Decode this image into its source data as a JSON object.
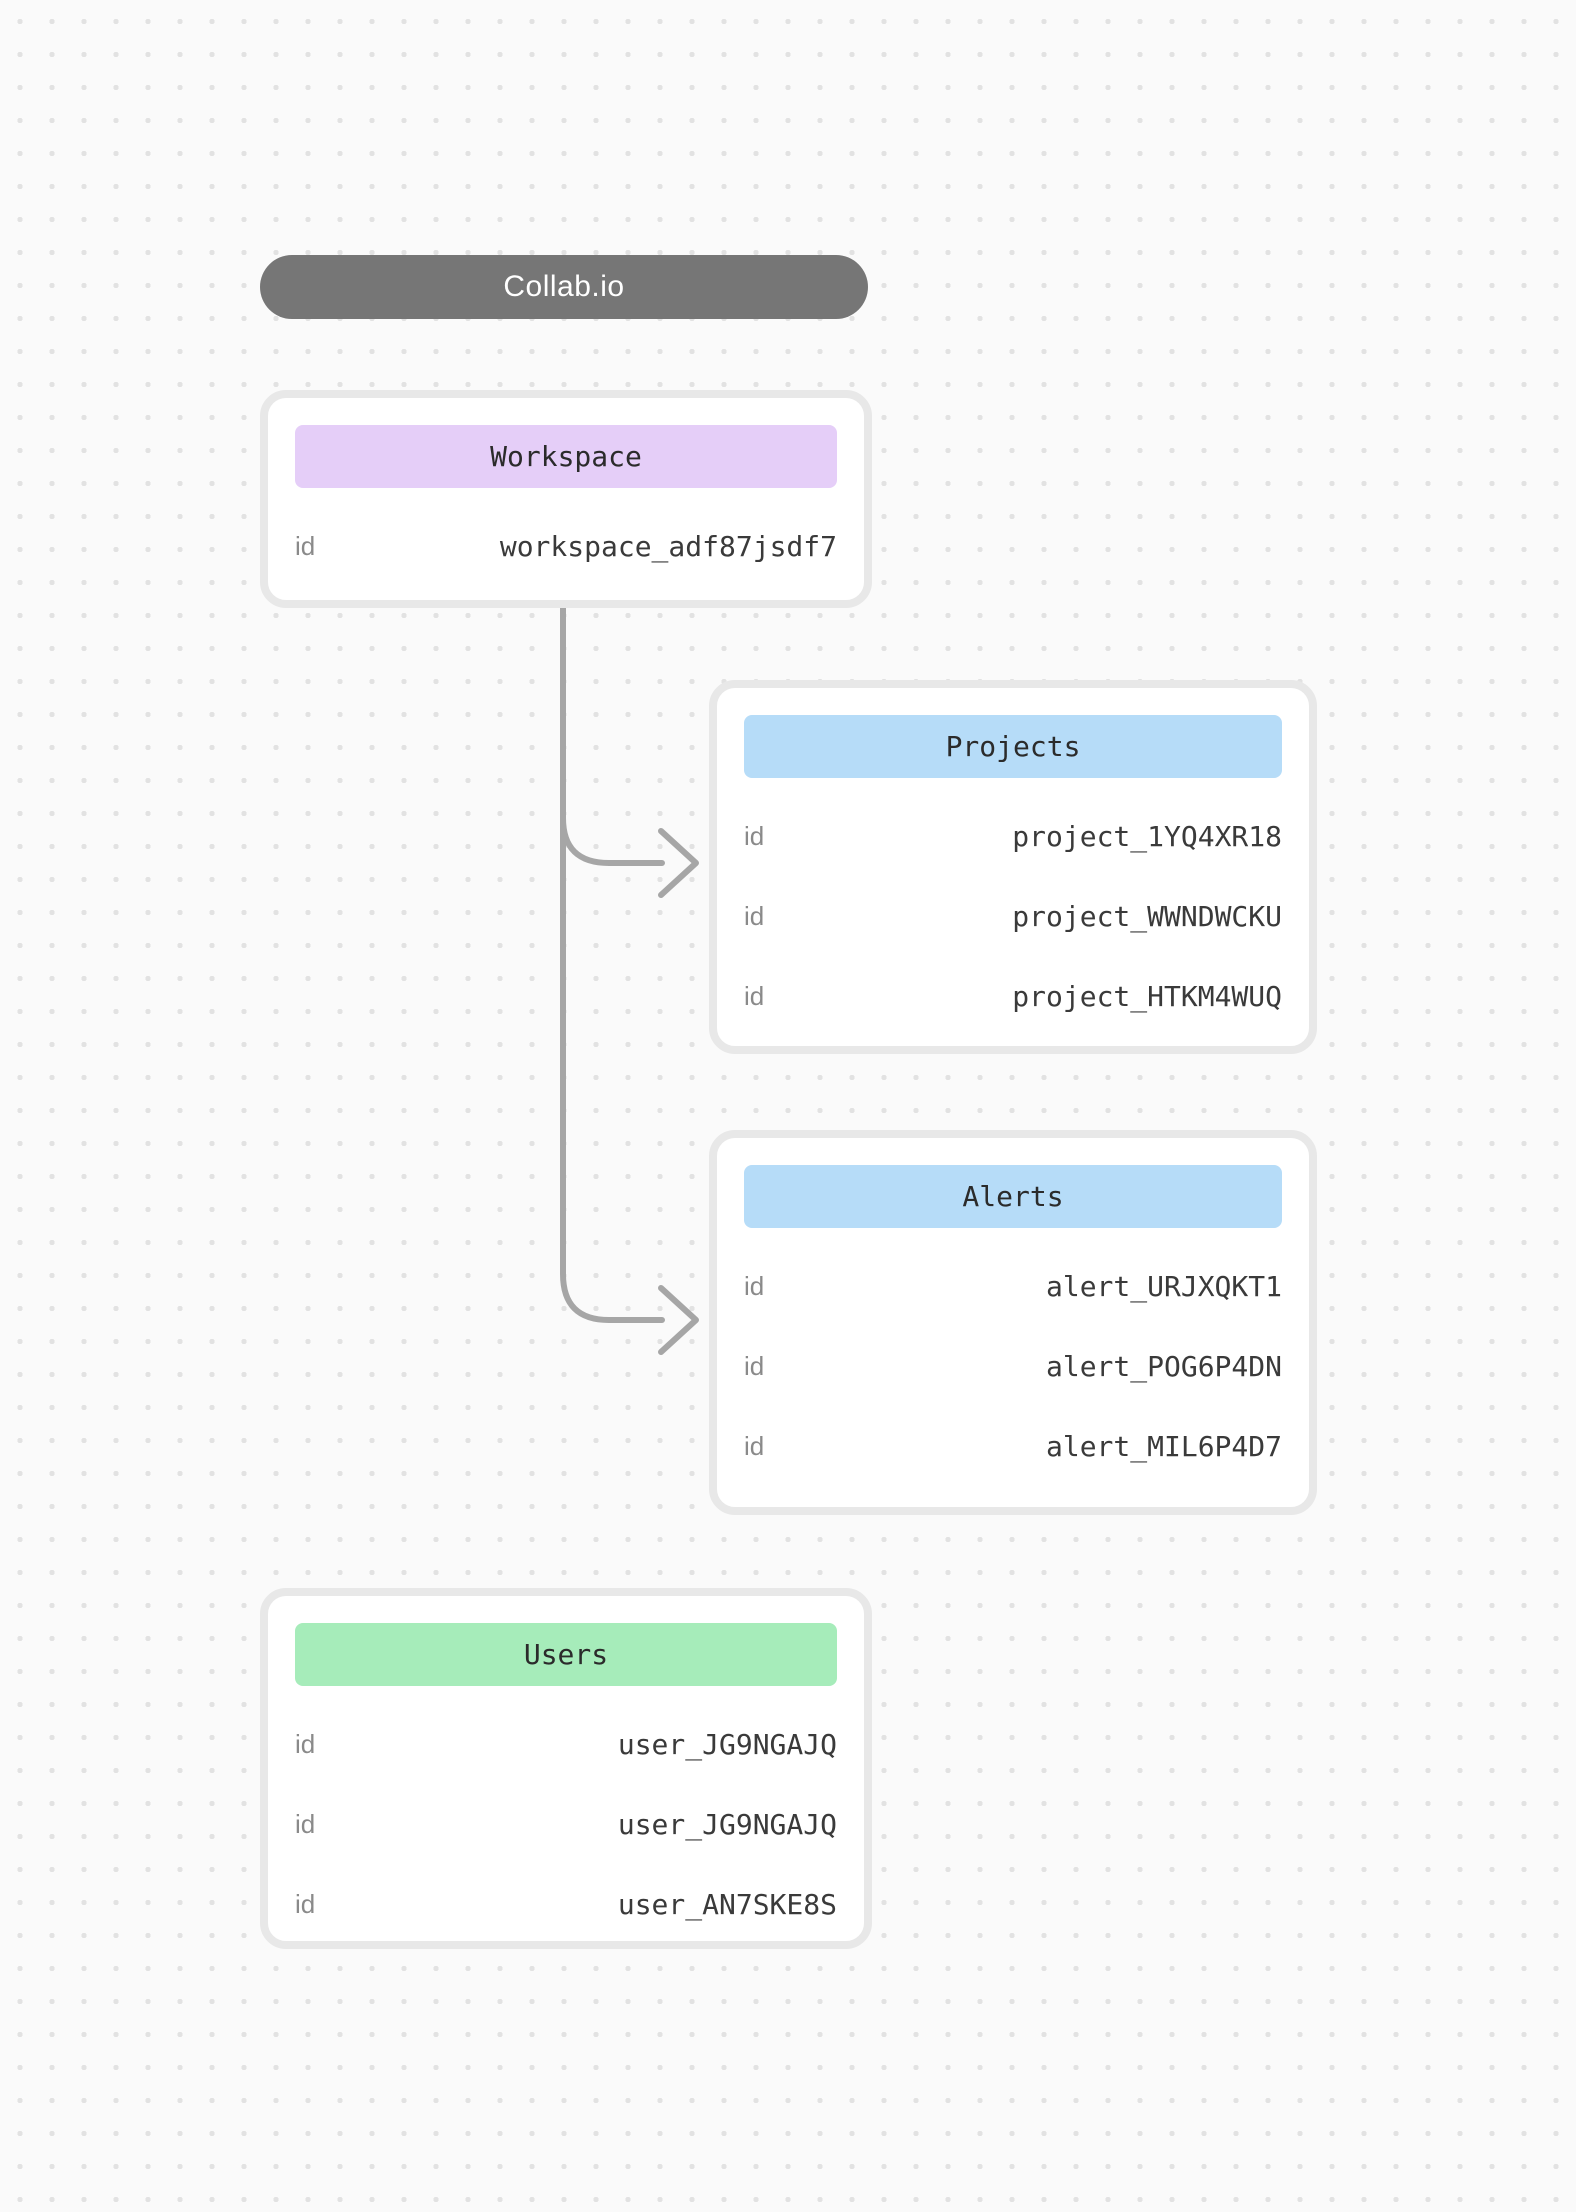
{
  "app": {
    "title": "Collab.io"
  },
  "colors": {
    "background": "#fafafa",
    "background_dot": "#e2e2e2",
    "title_pill": "#767676",
    "card_border": "#e8e8e8",
    "card_background": "#ffffff",
    "workspace_header": "#e5cef8",
    "projects_header": "#b6dcf8",
    "alerts_header": "#b6dcf8",
    "users_header": "#a6ecba",
    "connector": "#a6a6a6",
    "key_text": "#8a8a8a",
    "value_text": "#3a3a3a"
  },
  "cards": {
    "workspace": {
      "title": "Workspace",
      "rows": [
        {
          "key": "id",
          "value": "workspace_adf87jsdf7"
        }
      ]
    },
    "projects": {
      "title": "Projects",
      "rows": [
        {
          "key": "id",
          "value": "project_1YQ4XR18"
        },
        {
          "key": "id",
          "value": "project_WWNDWCKU"
        },
        {
          "key": "id",
          "value": "project_HTKM4WUQ"
        }
      ]
    },
    "alerts": {
      "title": "Alerts",
      "rows": [
        {
          "key": "id",
          "value": "alert_URJXQKT1"
        },
        {
          "key": "id",
          "value": "alert_POG6P4DN"
        },
        {
          "key": "id",
          "value": "alert_MIL6P4D7"
        }
      ]
    },
    "users": {
      "title": "Users",
      "rows": [
        {
          "key": "id",
          "value": "user_JG9NGAJQ"
        },
        {
          "key": "id",
          "value": "user_JG9NGAJQ"
        },
        {
          "key": "id",
          "value": "user_AN7SKE8S"
        }
      ]
    }
  }
}
